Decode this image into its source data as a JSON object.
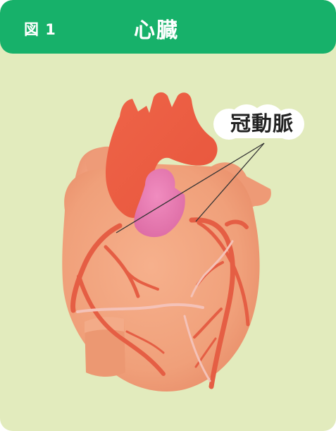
{
  "header": {
    "figure_label": "図 1",
    "title": "心臓"
  },
  "diagram": {
    "callout_label": "冠動脈",
    "icons": [
      "heart-illustration"
    ],
    "colors": {
      "background": "#e2ebbd",
      "header": "#17b16a",
      "heart_body": "#f2a27c",
      "aorta": "#ea5a40",
      "pulmonary_artery": "#e57aa8",
      "coronary_artery": "#e55e44"
    }
  }
}
